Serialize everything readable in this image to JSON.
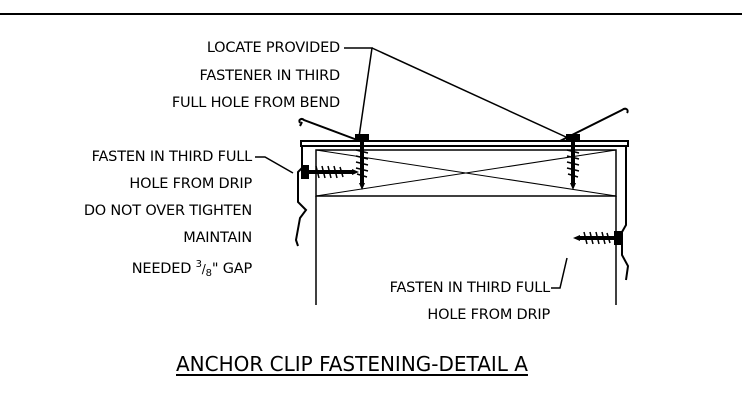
{
  "callouts": {
    "locate_fastener": [
      "LOCATE PROVIDED",
      "FASTENER IN THIRD",
      "FULL HOLE FROM BEND"
    ],
    "fasten_left": [
      "FASTEN IN THIRD FULL",
      "HOLE FROM DRIP",
      "DO NOT OVER TIGHTEN",
      "MAINTAIN"
    ],
    "gap_prefix": "NEEDED",
    "gap_num": "3",
    "gap_den": "8",
    "gap_suffix": "\" GAP",
    "fasten_right": [
      "FASTEN IN THIRD FULL",
      "HOLE FROM DRIP"
    ]
  },
  "title": "ANCHOR CLIP FASTENING-DETAIL A"
}
